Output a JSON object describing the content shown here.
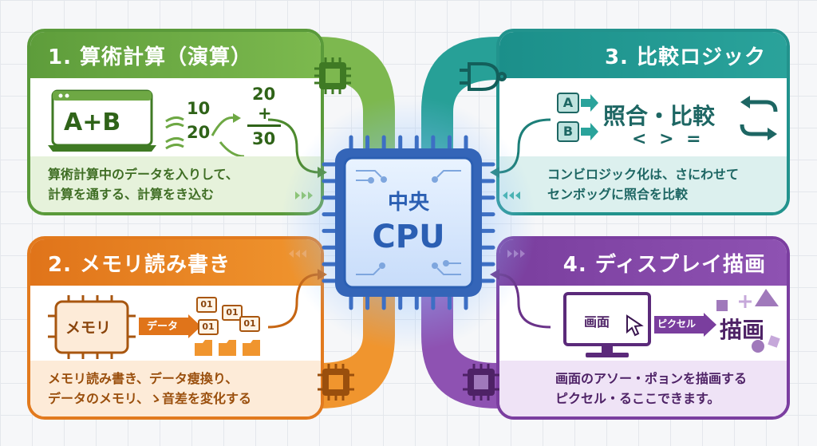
{
  "cpu": {
    "line1": "中央",
    "line2": "CPU"
  },
  "panels": {
    "arithmetic": {
      "title": "1. 算術計算（演算）",
      "screen_text": "A+B",
      "number_a": "10",
      "number_b": "20",
      "calc_top": "20",
      "calc_op": "+",
      "calc_bottom": "30",
      "description": [
        "算術計算中のデータを入りして、",
        "計算を通する、計算をき込む"
      ]
    },
    "compare": {
      "title": "3. 比較ロジック",
      "box_a": "A",
      "box_b": "B",
      "main_text": "照合・比較",
      "operators": "< > =",
      "description": [
        "コンビロジック化は、さにわせて",
        "センボッグに照合を比較"
      ]
    },
    "memory": {
      "title": "2. メモリ読み書き",
      "chip_label": "メモリ",
      "arrow_label": "データ",
      "bits": [
        "01",
        "01",
        "01",
        "01"
      ],
      "description": [
        "メモリ読み書き、データ瘦換り、",
        "データのメモリ、ゝ音差を変化する"
      ]
    },
    "display": {
      "title": "4. ディスプレイ描画",
      "screen_label": "画面",
      "arrow_label": "ピクセル",
      "output_label": "描画",
      "description": [
        "画面のアソー・ポョンを描画する",
        "ピクセル・るここできます。"
      ]
    }
  },
  "icons": {
    "top_left": "chip-icon",
    "top_right": "logic-gate-icon",
    "bottom_left": "chip-icon",
    "bottom_right": "chip-icon",
    "flow_markers": "chevron-triple-icon"
  },
  "colors": {
    "green": "#5e9d3b",
    "teal": "#1b8f8a",
    "orange": "#e0741a",
    "purple": "#7a3e9e",
    "cpu_blue": "#2b5fb3"
  }
}
